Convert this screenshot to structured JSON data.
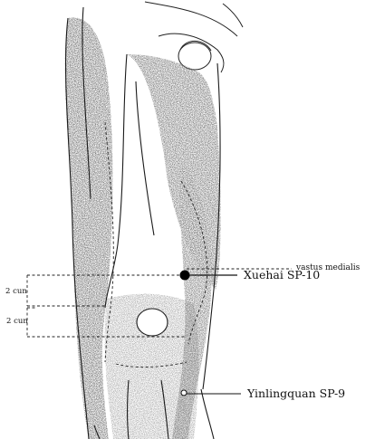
{
  "labels": {
    "vastus_medialis": "vastus medialis",
    "xuehai": "Xuehai SP-10",
    "yinlingquan": "Yinlingquan SP-9",
    "cun_upper": "2 cun",
    "cun_lower": "2 cun"
  },
  "colors": {
    "ink": "#111111",
    "stipple": "#3a3a3a",
    "background": "#ffffff"
  }
}
